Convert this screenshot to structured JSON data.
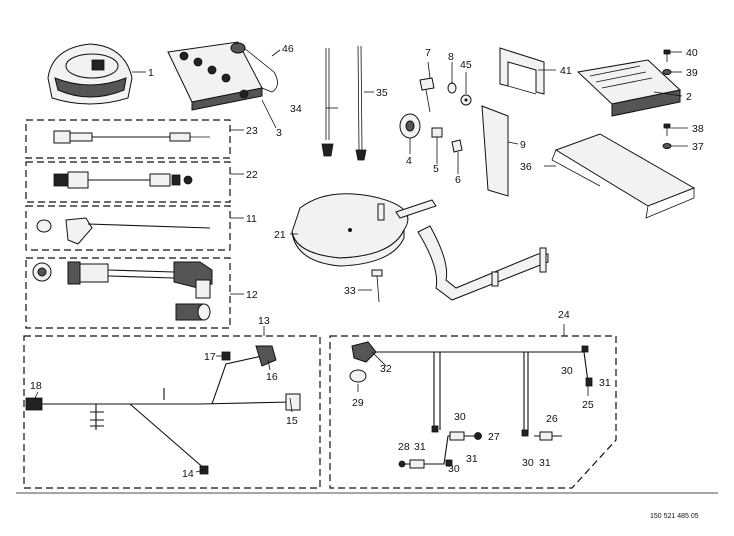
{
  "diagram": {
    "callouts": [
      "1",
      "2",
      "3",
      "4",
      "5",
      "6",
      "7",
      "8",
      "9",
      "11",
      "12",
      "13",
      "14",
      "15",
      "16",
      "17",
      "18",
      "21",
      "22",
      "23",
      "24",
      "25",
      "26",
      "27",
      "28",
      "29",
      "30",
      "31",
      "32",
      "33",
      "34",
      "35",
      "36",
      "37",
      "38",
      "39",
      "40",
      "41",
      "45",
      "46"
    ],
    "document_number": "150 521 485 05"
  }
}
